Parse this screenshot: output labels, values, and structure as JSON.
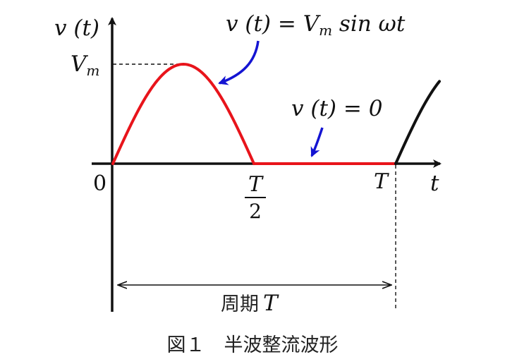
{
  "diagram": {
    "y_axis_label": "v (t)",
    "x_axis_label": "t",
    "peak_label": "V",
    "peak_label_sub": "m",
    "origin_label": "0",
    "half_period_numerator": "T",
    "half_period_denominator": "2",
    "period_label": "T",
    "formula_sine_lhs": "v (t) = V",
    "formula_sine_sub": "m",
    "formula_sine_rhs": " sin ωt",
    "formula_zero": "v (t) = 0",
    "period_span_word": "周期",
    "period_span_symbol": "T"
  },
  "caption": "図１　半波整流波形",
  "colors": {
    "waveform": "#e8141b",
    "annotation_arrow": "#1414d2",
    "axis": "#111111"
  }
}
